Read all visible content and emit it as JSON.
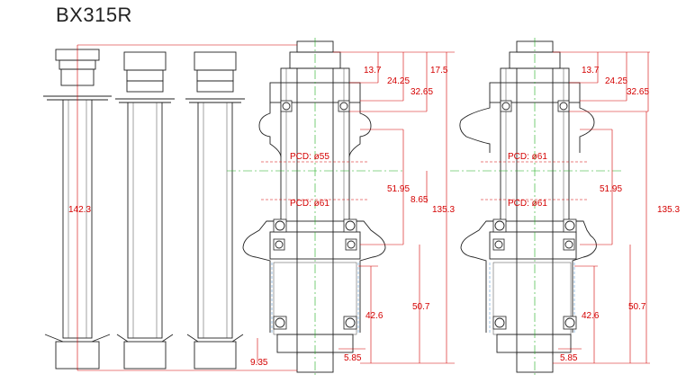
{
  "title": "BX315R",
  "side_view": {
    "length_label": "142.3"
  },
  "left_section": {
    "pcd_upper": "PCD: ø55",
    "pcd_lower": "PCD: ø61",
    "dims": {
      "d13_7": "13.7",
      "d24_25": "24.25",
      "d32_65": "32.65",
      "d17_5": "17.5",
      "d51_95": "51.95",
      "d8_65": "8.65",
      "d135_3": "135.3",
      "d42_6": "42.6",
      "d50_7": "50.7",
      "d9_35": "9.35",
      "d5_85": "5.85"
    }
  },
  "right_section": {
    "pcd_upper": "PCD: ø61",
    "pcd_lower": "PCD: ø61",
    "dims": {
      "d13_7": "13.7",
      "d24_25": "24.25",
      "d32_65": "32.65",
      "d51_95": "51.95",
      "d135_3": "135.3",
      "d42_6": "42.6",
      "d50_7": "50.7",
      "d5_85": "5.85"
    }
  },
  "colors": {
    "dimension": "#d40000",
    "centerline": "#1fae1f",
    "hidden": "#5b9bd5",
    "outline": "#222222"
  }
}
